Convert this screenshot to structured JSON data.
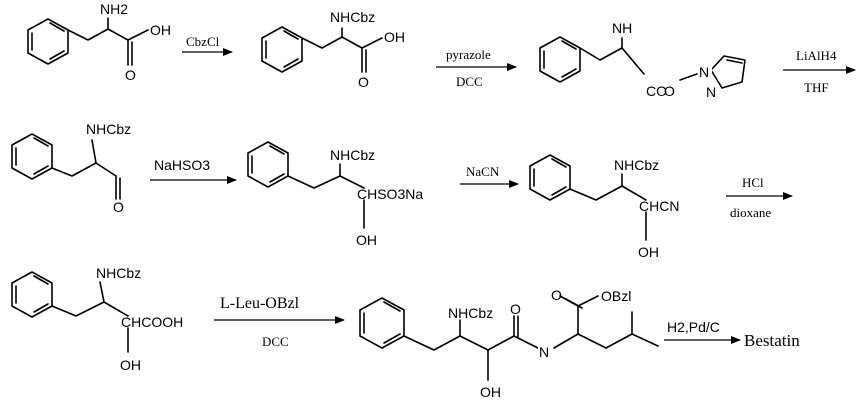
{
  "scheme": {
    "compounds": {
      "phe": {
        "nh2": "NH2",
        "oh": "OH",
        "o": "O"
      },
      "cbzphe": {
        "nhcbz": "NHCbz",
        "oh": "OH",
        "o": "O"
      },
      "pyrazolide": {
        "nh": "NH",
        "co": "CO",
        "o": "O",
        "n1": "N",
        "n2": "N"
      },
      "aldehyde": {
        "nhcbz": "NHCbz",
        "o": "O"
      },
      "bisulfite": {
        "nhcbz": "NHCbz",
        "chso3na": "CHSO3Na",
        "oh": "OH"
      },
      "cyanohydrin": {
        "nhcbz": "NHCbz",
        "chcn": "CHCN",
        "oh": "OH"
      },
      "acid": {
        "nhcbz": "NHCbz",
        "chcooh": "CHCOOH",
        "oh": "OH"
      },
      "dipeptide": {
        "obzl": "OBzl",
        "o_ester": "O",
        "nhcbz": "NHCbz",
        "o_amide": "O",
        "nh": "N",
        "oh": "OH"
      }
    },
    "reagents": {
      "r1_top": "CbzCl",
      "r2_top": "pyrazole",
      "r2_bottom": "DCC",
      "r3_top": "LiAlH4",
      "r3_bottom": "THF",
      "r4_top": "NaHSO3",
      "r5_top": "NaCN",
      "r6_top": "HCl",
      "r6_bottom": "dioxane",
      "r7_top": "L-Leu-OBzl",
      "r7_bottom": "DCC",
      "r8_top": "H2,Pd/C"
    },
    "product": "Bestatin"
  }
}
